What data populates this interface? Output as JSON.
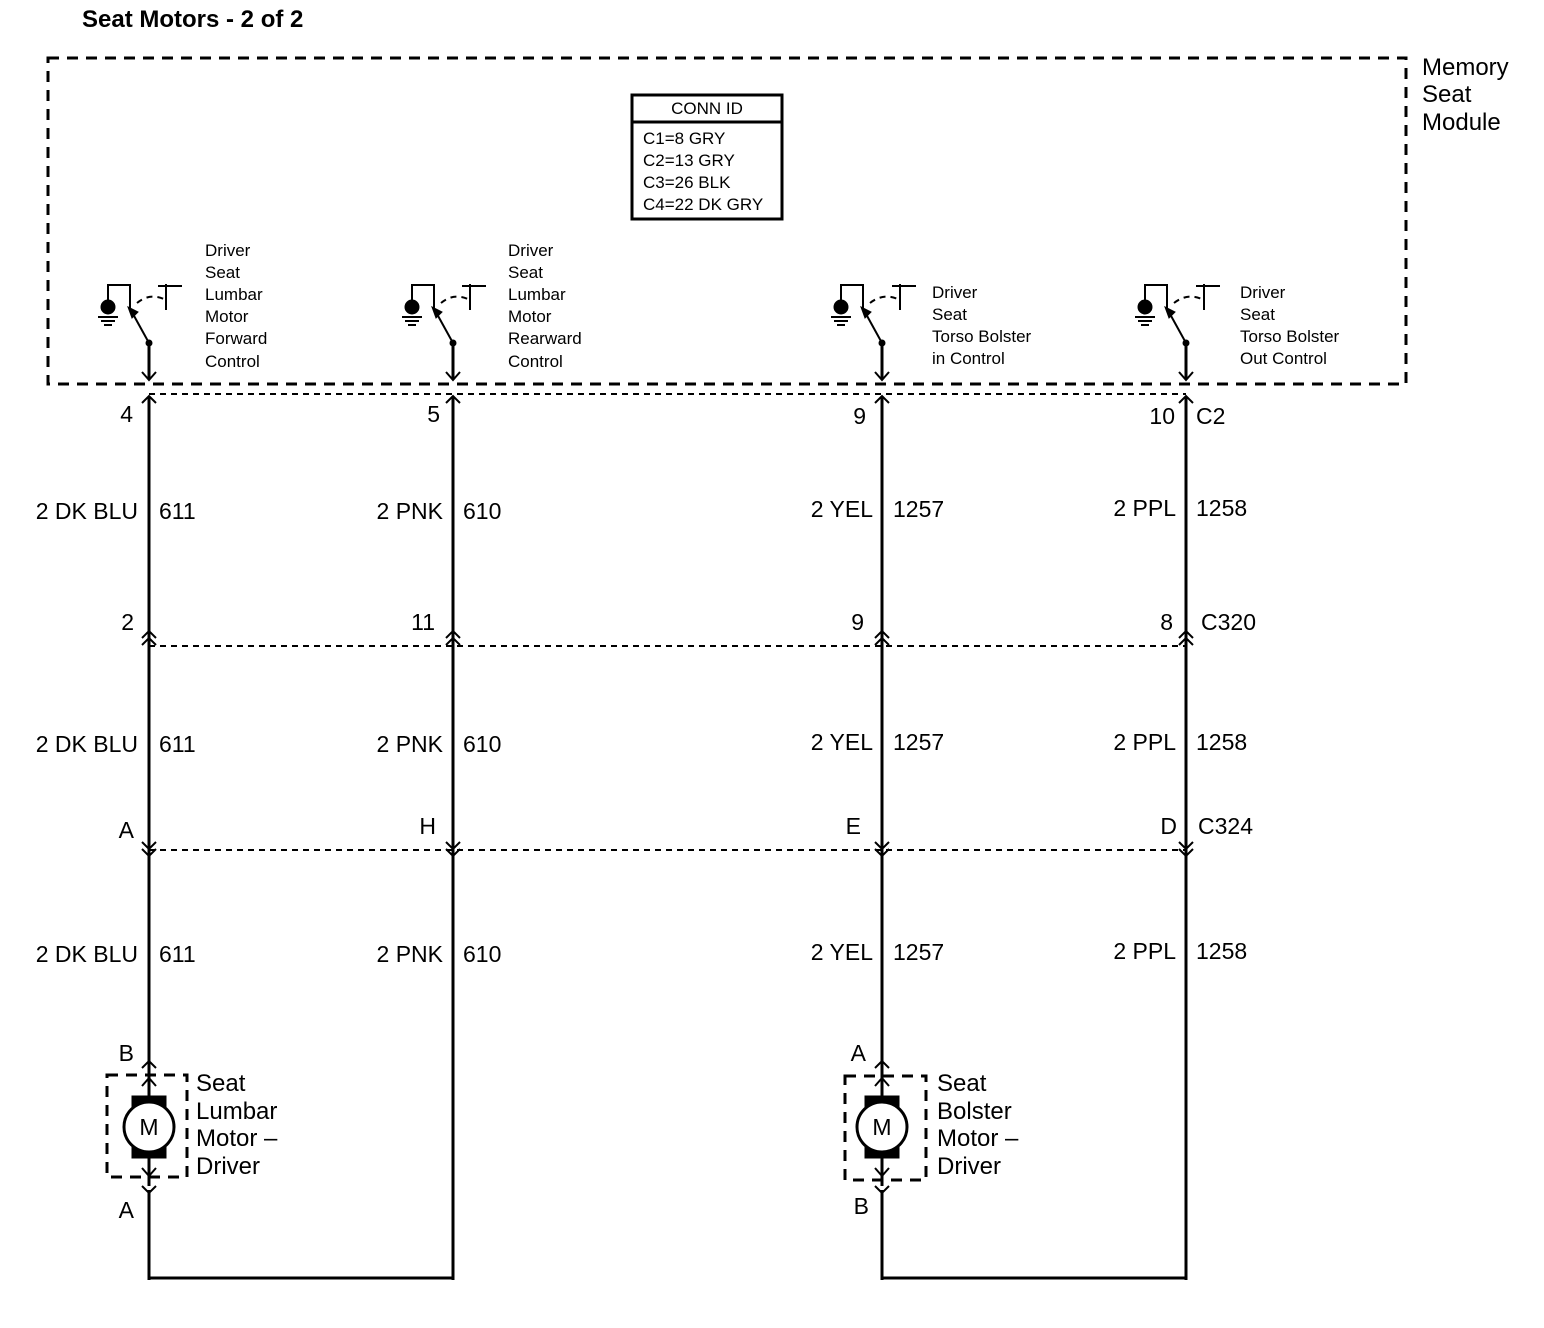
{
  "title": "Seat Motors - 2 of 2",
  "module": {
    "name_lines": [
      "Memory",
      "Seat",
      "Module"
    ]
  },
  "conn_id": {
    "header": "CONN ID",
    "rows": [
      "C1=8 GRY",
      "C2=13 GRY",
      "C3=26 BLK",
      "C4=22 DK GRY"
    ]
  },
  "switches": [
    {
      "label_lines": [
        "Driver",
        "Seat",
        "Lumbar",
        "Motor",
        "Forward",
        "Control"
      ]
    },
    {
      "label_lines": [
        "Driver",
        "Seat",
        "Lumbar",
        "Motor",
        "Rearward",
        "Control"
      ]
    },
    {
      "label_lines": [
        "Driver",
        "Seat",
        "Torso Bolster",
        "in Control"
      ]
    },
    {
      "label_lines": [
        "Driver",
        "Seat",
        "Torso Bolster",
        "Out Control"
      ]
    }
  ],
  "connectors": [
    {
      "name": "C2",
      "pins": [
        "4",
        "5",
        "9",
        "10"
      ]
    },
    {
      "name": "C320",
      "pins": [
        "2",
        "11",
        "9",
        "8"
      ]
    },
    {
      "name": "C324",
      "pins": [
        "A",
        "H",
        "E",
        "D"
      ]
    }
  ],
  "wires": [
    {
      "color": "2 DK BLU",
      "circuit": "611"
    },
    {
      "color": "2 PNK",
      "circuit": "610"
    },
    {
      "color": "2 YEL",
      "circuit": "1257"
    },
    {
      "color": "2 PPL",
      "circuit": "1258"
    }
  ],
  "motors": [
    {
      "symbol": "M",
      "top_pin": "B",
      "bottom_pin": "A",
      "label_lines": [
        "Seat",
        "Lumbar",
        "Motor –",
        "Driver"
      ]
    },
    {
      "symbol": "M",
      "top_pin": "A",
      "bottom_pin": "B",
      "label_lines": [
        "Seat",
        "Bolster",
        "Motor –",
        "Driver"
      ]
    }
  ]
}
